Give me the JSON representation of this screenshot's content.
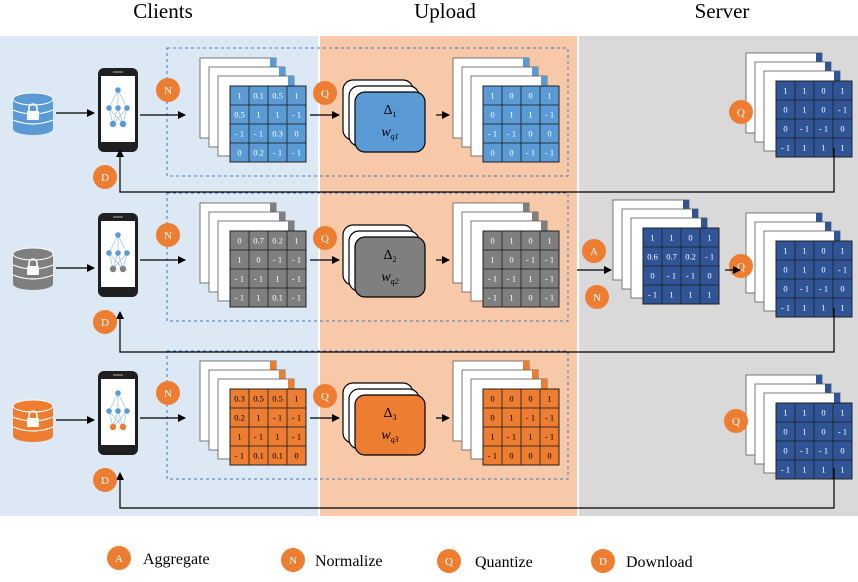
{
  "headers": {
    "clients": "Clients",
    "upload": "Upload",
    "server": "Server"
  },
  "colors": {
    "clients_bg": "#dce9f5",
    "upload_bg": "#f8c9a8",
    "server_bg": "#d9d9d9",
    "blue": "#5a9bd5",
    "gray": "#7f7f7f",
    "orange": "#ed7d31",
    "navy": "#2f5597",
    "badge": "#ed7d31",
    "dashed": "#4472c4"
  },
  "icons": {
    "database": "database-lock-icon",
    "phone": "smartphone-network-icon",
    "badge": "circle-letter-badge"
  },
  "badges": {
    "normalize": "N",
    "quantize": "Q",
    "download": "D",
    "aggregate": "A"
  },
  "legend": [
    {
      "letter": "A",
      "label": "Aggregate"
    },
    {
      "letter": "N",
      "label": "Normalize"
    },
    {
      "letter": "Q",
      "label": "Quantize"
    },
    {
      "letter": "D",
      "label": "Download"
    }
  ],
  "clients": [
    {
      "color": "blue",
      "input_matrix": [
        [
          "1",
          "0.1",
          "0.5",
          "1"
        ],
        [
          "0.5",
          "1",
          "1",
          "- 1"
        ],
        [
          "- 1",
          "- 1",
          "0.3",
          "0"
        ],
        [
          "0",
          "0.2",
          "- 1",
          "- 1"
        ]
      ],
      "delta": "Δ",
      "delta_sub": "1",
      "w": "w",
      "w_sub": "q1",
      "quant_matrix": [
        [
          "1",
          "0",
          "0",
          "1"
        ],
        [
          "0",
          "1",
          "1",
          "- 1"
        ],
        [
          "- 1",
          "- 1",
          "0",
          "0"
        ],
        [
          "0",
          "0",
          "- 1",
          "- 1"
        ]
      ]
    },
    {
      "color": "gray",
      "input_matrix": [
        [
          "0",
          "0.7",
          "0.2",
          "1"
        ],
        [
          "1",
          "0",
          "- 1",
          "- 1"
        ],
        [
          "- 1",
          "- 1",
          "1",
          "- 1"
        ],
        [
          "- 1",
          "1",
          "0.1",
          "- 1"
        ]
      ],
      "delta": "Δ",
      "delta_sub": "2",
      "w": "w",
      "w_sub": "q2",
      "quant_matrix": [
        [
          "0",
          "1",
          "0",
          "1"
        ],
        [
          "1",
          "0",
          "- 1",
          "- 1"
        ],
        [
          "- 1",
          "- 1",
          "1",
          "- 1"
        ],
        [
          "- 1",
          "1",
          "0",
          "- 1"
        ]
      ]
    },
    {
      "color": "orange",
      "input_matrix": [
        [
          "0.3",
          "0.5",
          "0.5",
          "1"
        ],
        [
          "0.2",
          "1",
          "- 1",
          "- 1"
        ],
        [
          "1",
          "- 1",
          "1",
          "- 1"
        ],
        [
          "- 1",
          "0.1",
          "0.1",
          "0"
        ]
      ],
      "delta": "Δ",
      "delta_sub": "3",
      "w": "w",
      "w_sub": "q3",
      "quant_matrix": [
        [
          "0",
          "0",
          "0",
          "1"
        ],
        [
          "0",
          "1",
          "- 1",
          "- 1"
        ],
        [
          "1",
          "- 1",
          "1",
          "- 1"
        ],
        [
          "- 1",
          "0",
          "0",
          "0"
        ]
      ]
    }
  ],
  "server": {
    "aggregated_matrix": [
      [
        "1",
        "1",
        "0",
        "1"
      ],
      [
        "0.6",
        "0.7",
        "0.2",
        "- 1"
      ],
      [
        "0",
        "- 1",
        "- 1",
        "0"
      ],
      [
        "- 1",
        "1",
        "1",
        "1"
      ]
    ],
    "global_matrix": [
      [
        "1",
        "1",
        "0",
        "1"
      ],
      [
        "0",
        "1",
        "0",
        "- 1"
      ],
      [
        "0",
        "- 1",
        "- 1",
        "0"
      ],
      [
        "- 1",
        "1",
        "1",
        "1"
      ]
    ]
  }
}
